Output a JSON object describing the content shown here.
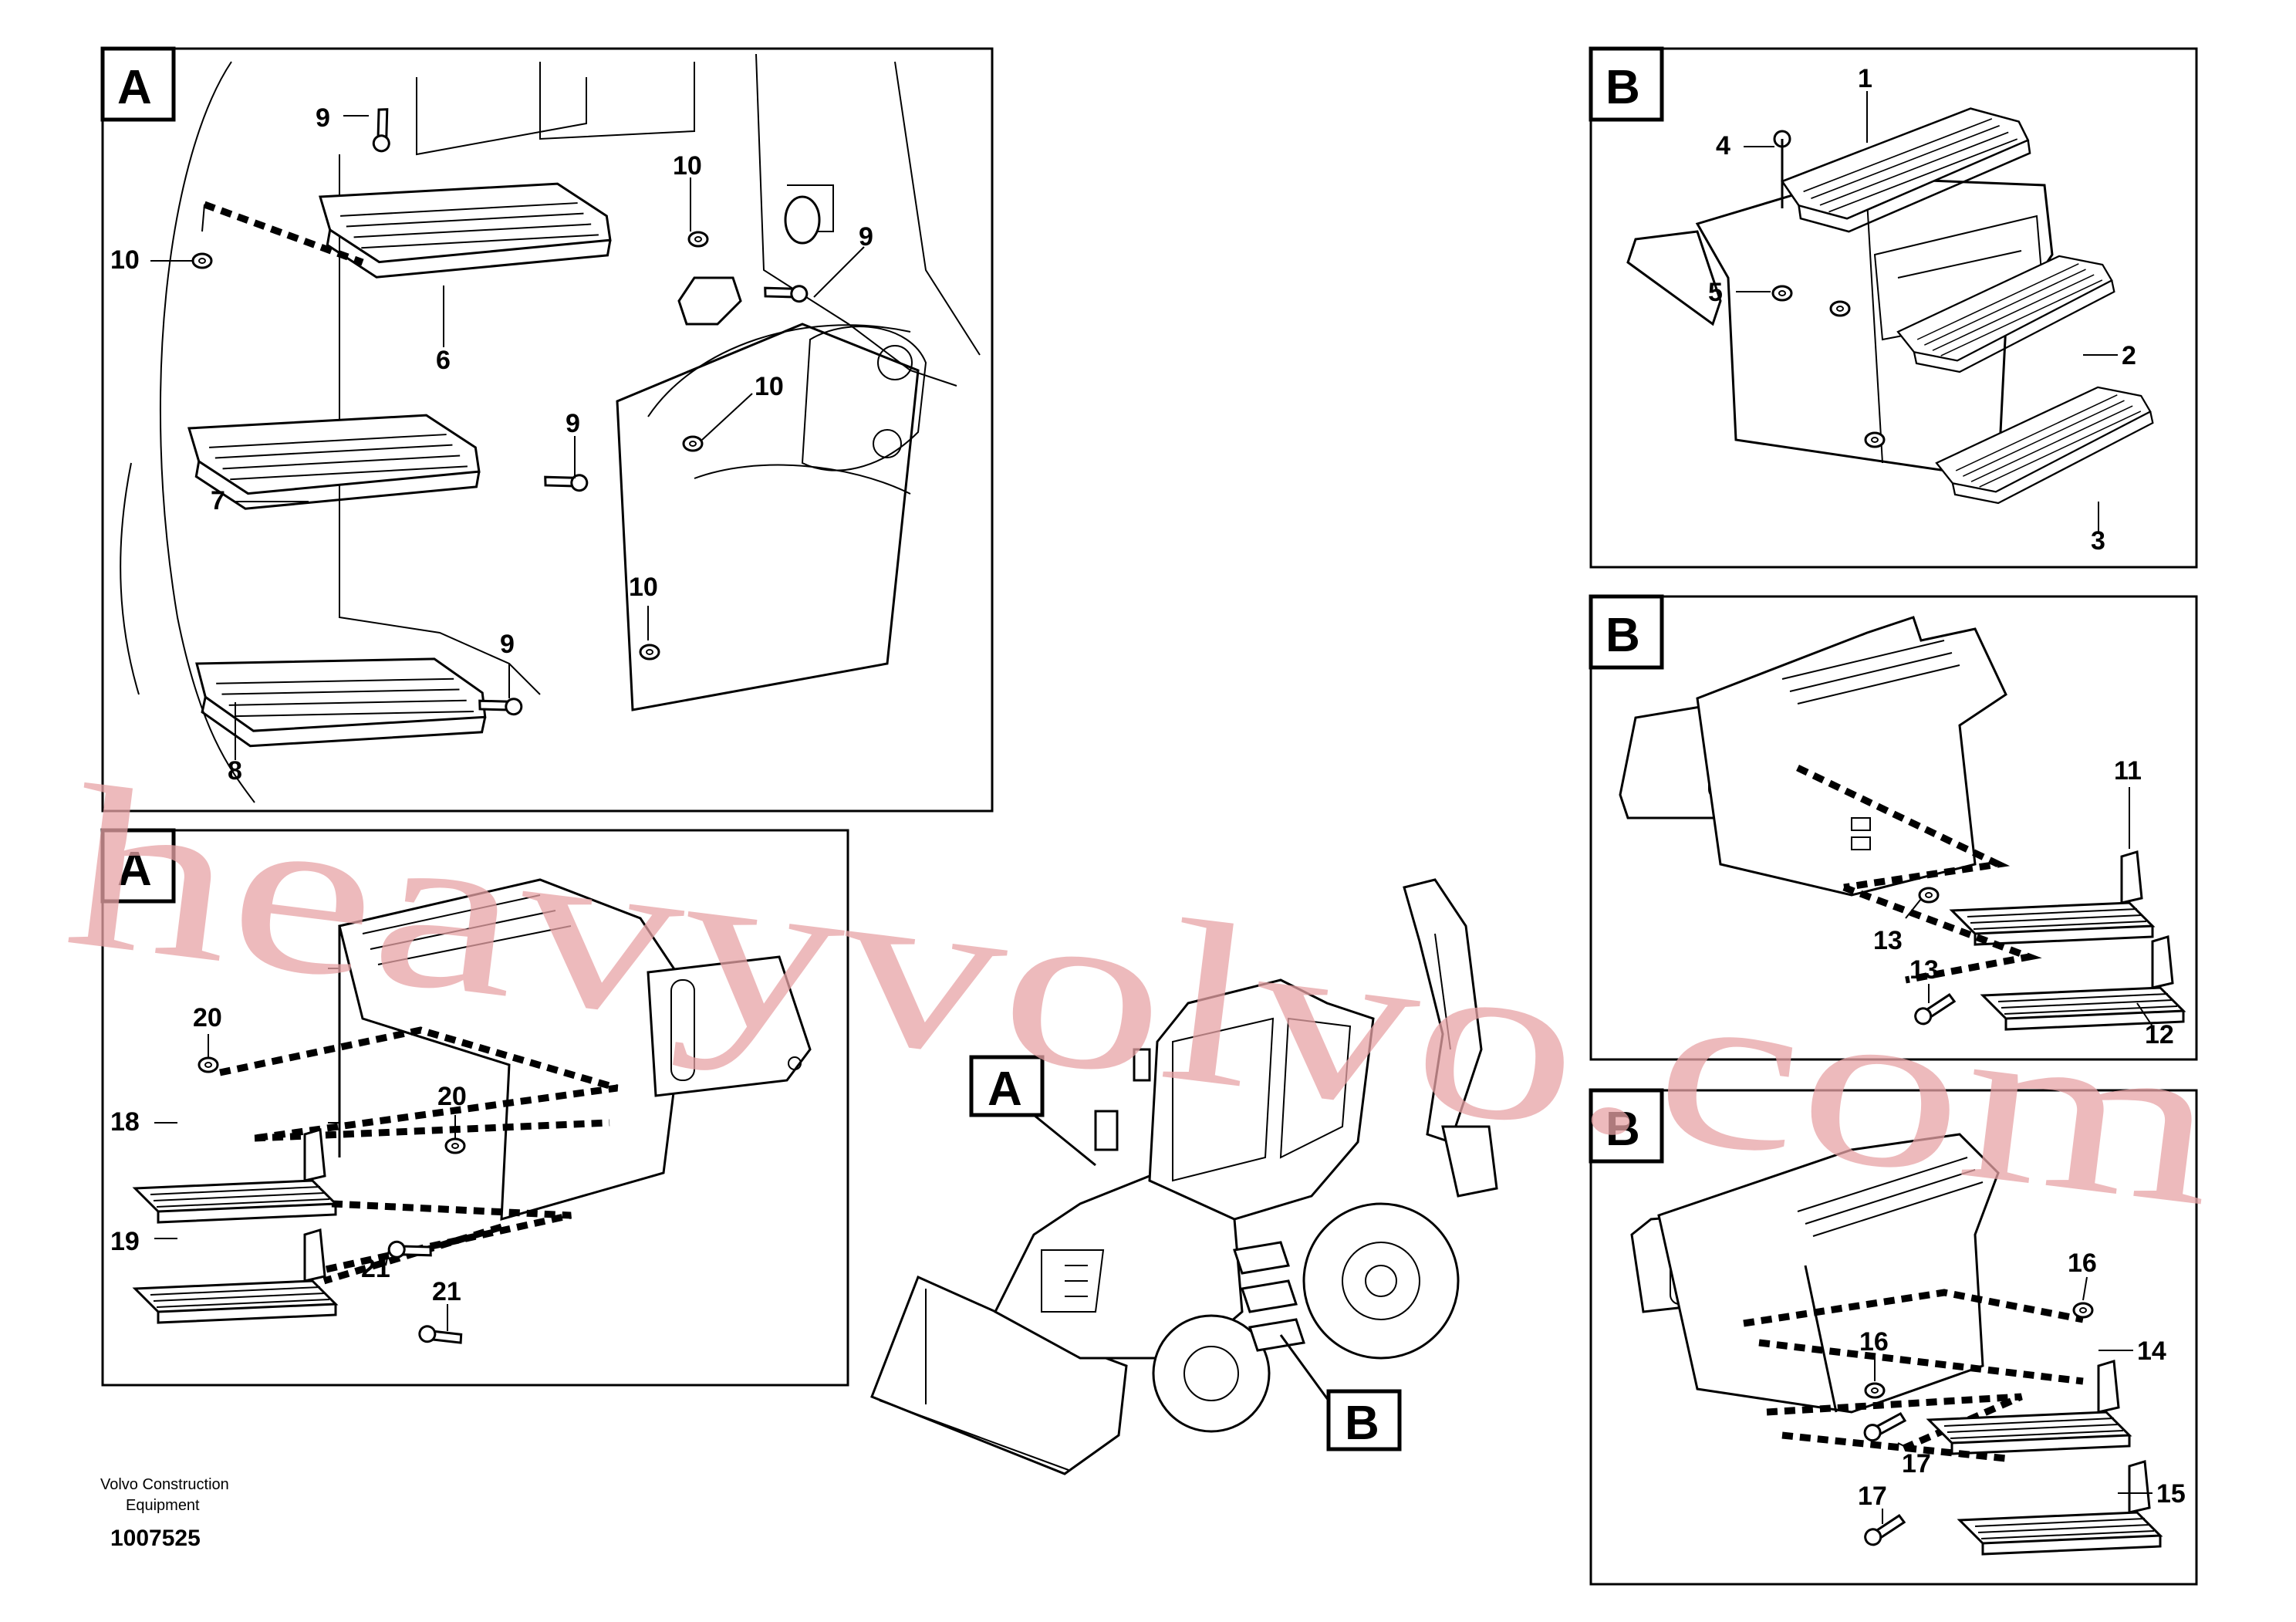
{
  "panels": {
    "a_top": {
      "letter": "A",
      "callouts": [
        "9",
        "10",
        "10",
        "9",
        "6",
        "10",
        "9",
        "7",
        "10",
        "9",
        "8"
      ]
    },
    "a_bottom": {
      "letter": "A",
      "callouts": [
        "20",
        "20",
        "18",
        "21",
        "19",
        "21"
      ]
    },
    "b_top": {
      "letter": "B",
      "callouts": [
        "1",
        "4",
        "5",
        "2",
        "3"
      ]
    },
    "b_middle": {
      "letter": "B",
      "callouts": [
        "11",
        "13",
        "13",
        "12"
      ]
    },
    "b_bottom": {
      "letter": "B",
      "callouts": [
        "16",
        "16",
        "14",
        "17",
        "15",
        "17"
      ]
    }
  },
  "machine_view": {
    "marker_a": "A",
    "marker_b": "B"
  },
  "footer": {
    "company_line1": "Volvo Construction",
    "company_line2": "Equipment",
    "drawing_number": "1007525"
  },
  "watermark": "heavyvolvo.com",
  "colors": {
    "watermark": "#e8a3a6",
    "line": "#000000"
  }
}
